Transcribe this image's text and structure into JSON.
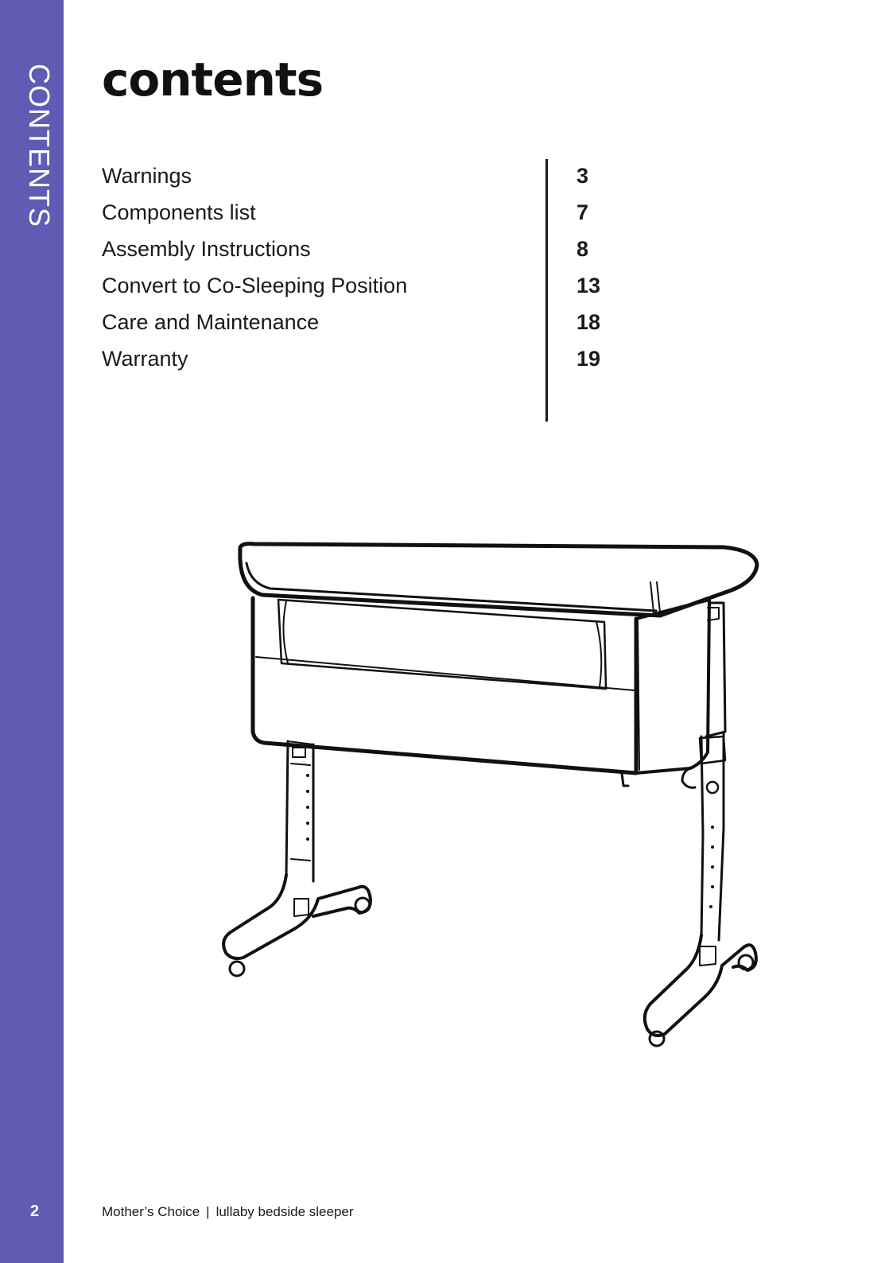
{
  "sidebar": {
    "title": "CONTENTS",
    "page_number": "2",
    "color": "#5f5cb4"
  },
  "page": {
    "title": "contents"
  },
  "toc": [
    {
      "label": "Warnings",
      "page": "3"
    },
    {
      "label": "Components list",
      "page": "7"
    },
    {
      "label": "Assembly Instructions",
      "page": "8"
    },
    {
      "label": "Convert to Co-Sleeping Position",
      "page": "13"
    },
    {
      "label": "Care and Maintenance",
      "page": "18"
    },
    {
      "label": "Warranty",
      "page": "19"
    }
  ],
  "illustration": {
    "icon": "bedside-sleeper-illustration"
  },
  "footer": {
    "brand": "Mother’s Choice",
    "separator": "|",
    "product": "lullaby bedside sleeper"
  }
}
